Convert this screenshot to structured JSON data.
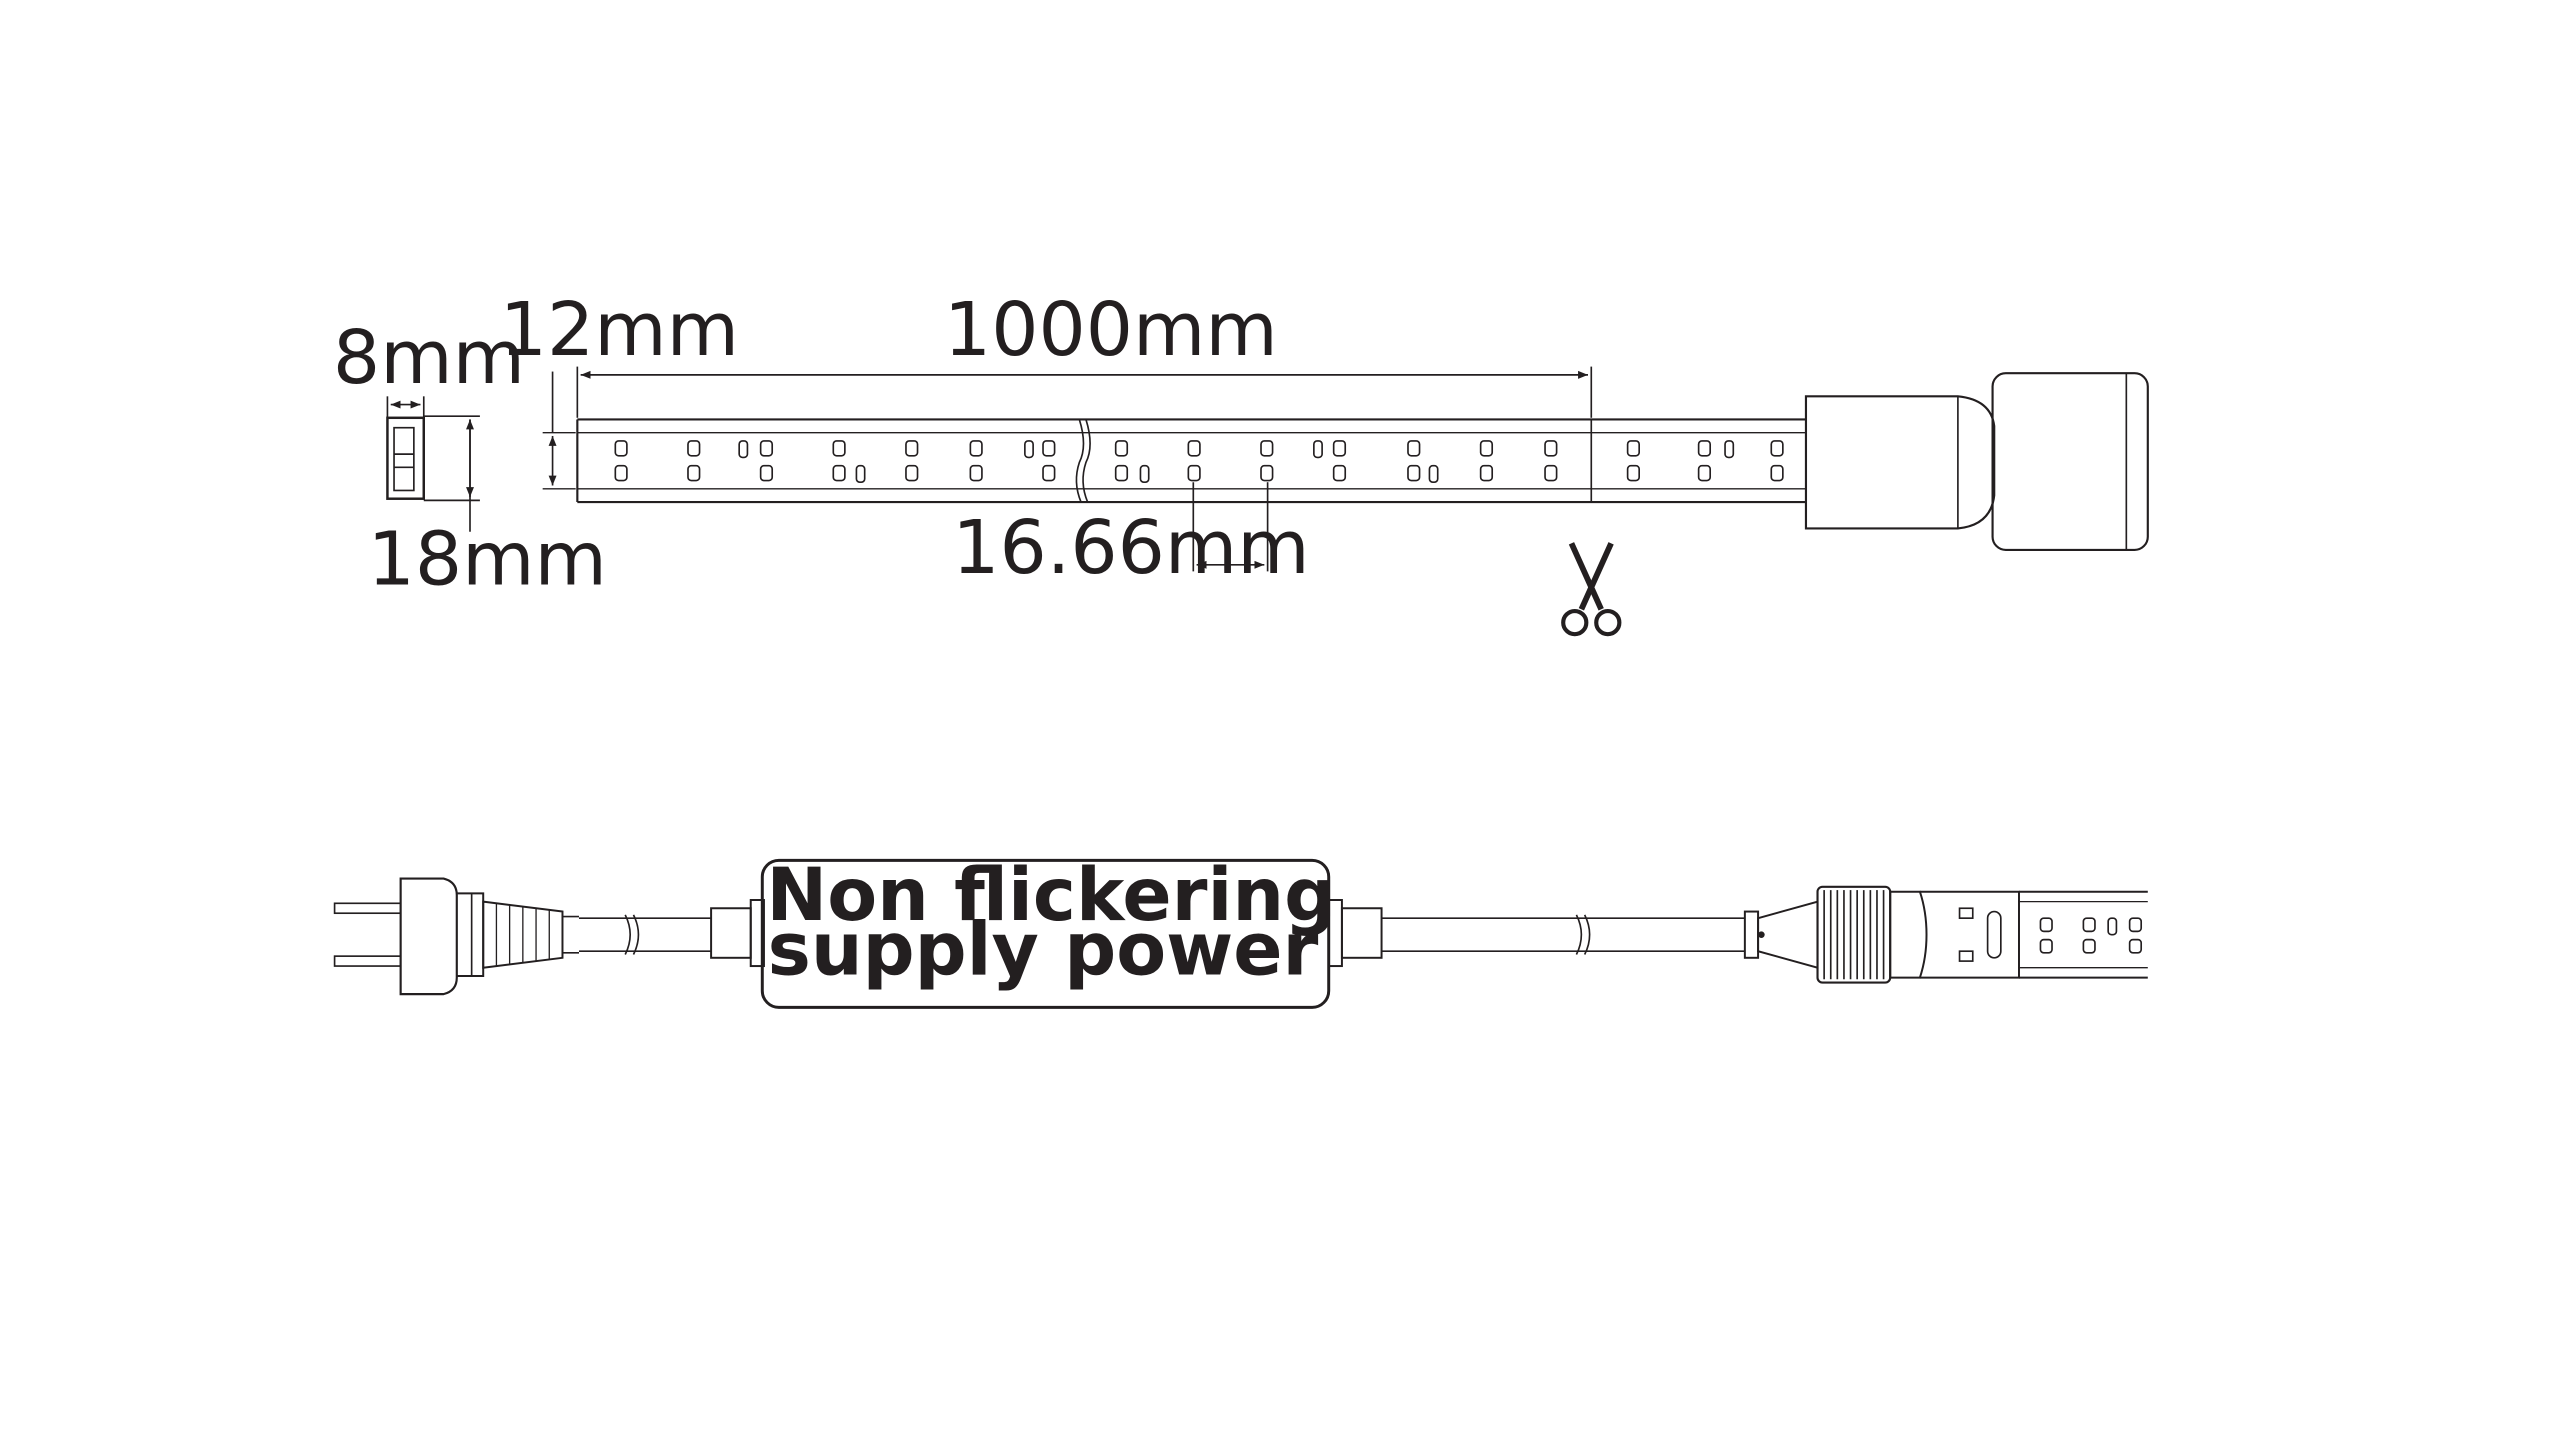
{
  "dimensions": {
    "width_label": "8mm",
    "height_label": "18mm",
    "strip_width_label": "12mm",
    "length_label": "1000mm",
    "pitch_label": "16.66mm"
  },
  "power_supply": {
    "line1": "Non flickering",
    "line2": "supply power"
  },
  "icons": {
    "cut_mark": "scissors-icon",
    "plug": "power-plug-icon",
    "connector": "screw-connector-icon"
  },
  "colors": {
    "line": "#231f20",
    "background": "#ffffff"
  }
}
